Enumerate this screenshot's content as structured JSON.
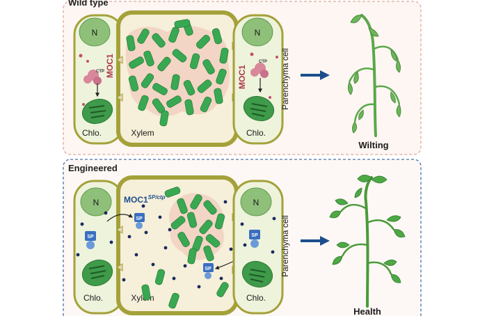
{
  "panels": {
    "top": {
      "title": "Wild type",
      "nucleus_label": "N",
      "moc1_label": "MOC1",
      "ctp_label": "CTP",
      "chloro_label": "Chlo.",
      "xylem_label": "Xylem",
      "parenchyma_label": "Parenchyma cell",
      "outcome_label": "Wilting",
      "border_color": "#e2a79b",
      "bg_color": "#fdf6f2"
    },
    "bottom": {
      "title": "Engineered",
      "nucleus_label": "N",
      "moc1_main": "MOC1",
      "moc1_sup": "SP/ctp",
      "sp_label": "SP",
      "chloro_label": "Chlo.",
      "xylem_label": "Xylem",
      "parenchyma_label": "Parenchyma cell",
      "outcome_label": "Health",
      "border_color": "#4a6fa5",
      "bg_color": "#fdf8f5"
    }
  },
  "colors": {
    "cell_wall": "#a4a13a",
    "cell_fill": "#eef3dc",
    "nucleus": "#8fc07a",
    "chloroplast": "#3f9a4a",
    "bacteria": "#39a852",
    "biofilm": "#f1d0bf",
    "arrow": "#1d4e8c",
    "moc1_text": "#b03a4a",
    "moc1_blue": "#1d4e8c",
    "protein_pink": "#d9879a",
    "sp_blue": "#3a6fc0",
    "dot_navy": "#1b2a5e",
    "plant_green": "#4a9a3a"
  }
}
